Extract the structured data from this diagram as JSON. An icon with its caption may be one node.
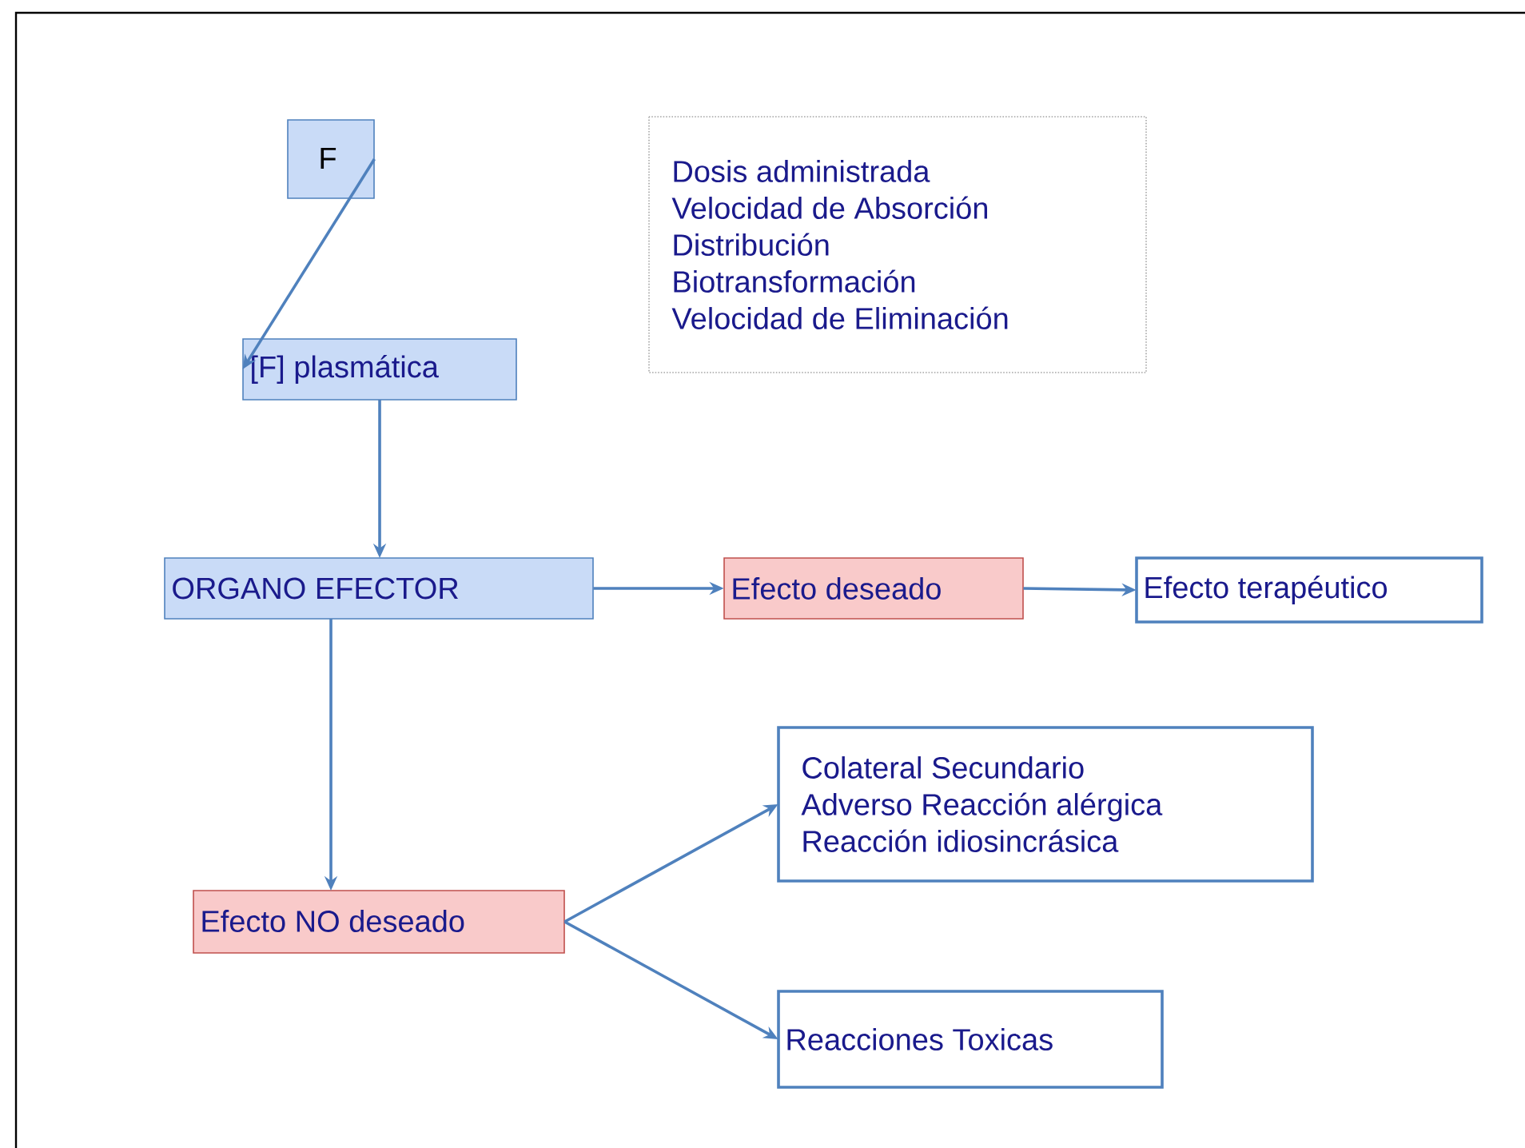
{
  "diagram": {
    "nodes": [
      {
        "text": [
          "F"
        ]
      },
      {
        "text": [
          "[F] plasmática"
        ]
      },
      {
        "text": [
          "Dosis administrada",
          "Velocidad de Absorción",
          "Distribución",
          "Biotransformación",
          "Velocidad de Eliminación"
        ]
      },
      {
        "text": [
          "ORGANO EFECTOR"
        ]
      },
      {
        "text": [
          "Efecto deseado"
        ]
      },
      {
        "text": [
          "Efecto terapéutico"
        ]
      },
      {
        "text": [
          "Efecto NO deseado"
        ]
      },
      {
        "text": [
          "Colateral Secundario",
          "Adverso Reacción alérgica",
          "Reacción idiosincrásica"
        ]
      },
      {
        "text": [
          "Reacciones Toxicas"
        ]
      }
    ],
    "edges": [
      {
        "from": 0,
        "to": 1,
        "arrow": "to"
      },
      {
        "from": 1,
        "to": 3,
        "arrow": "to"
      },
      {
        "from": 3,
        "to": 4,
        "arrow": "to"
      },
      {
        "from": 4,
        "to": 5,
        "arrow": "to"
      },
      {
        "from": 3,
        "to": 6,
        "arrow": "to"
      },
      {
        "from": 6,
        "to": 7,
        "arrow": "to"
      },
      {
        "from": 6,
        "to": 8,
        "arrow": "to"
      }
    ]
  }
}
